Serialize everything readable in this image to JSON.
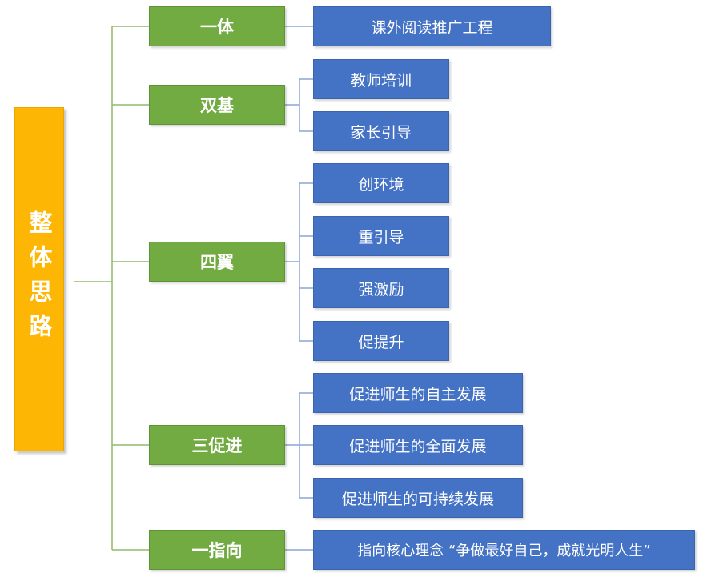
{
  "root": {
    "label": "整体思路"
  },
  "groups": [
    {
      "label": "一体",
      "items": [
        "课外阅读推广工程"
      ]
    },
    {
      "label": "双基",
      "items": [
        "教师培训",
        "家长引导"
      ]
    },
    {
      "label": "四翼",
      "items": [
        "创环境",
        "重引导",
        "强激励",
        "促提升"
      ]
    },
    {
      "label": "三促进",
      "items": [
        "促进师生的自主发展",
        "促进师生的全面发展",
        "促进师生的可持续发展"
      ]
    },
    {
      "label": "一指向",
      "items": [
        "指向核心理念 “争做最好自己，成就光明人生”"
      ]
    }
  ],
  "colors": {
    "root": "#fcb603",
    "group": "#72ab42",
    "item": "#4472c4",
    "connector_group": "#8fbc6a",
    "connector_item": "#8aa6d6"
  }
}
